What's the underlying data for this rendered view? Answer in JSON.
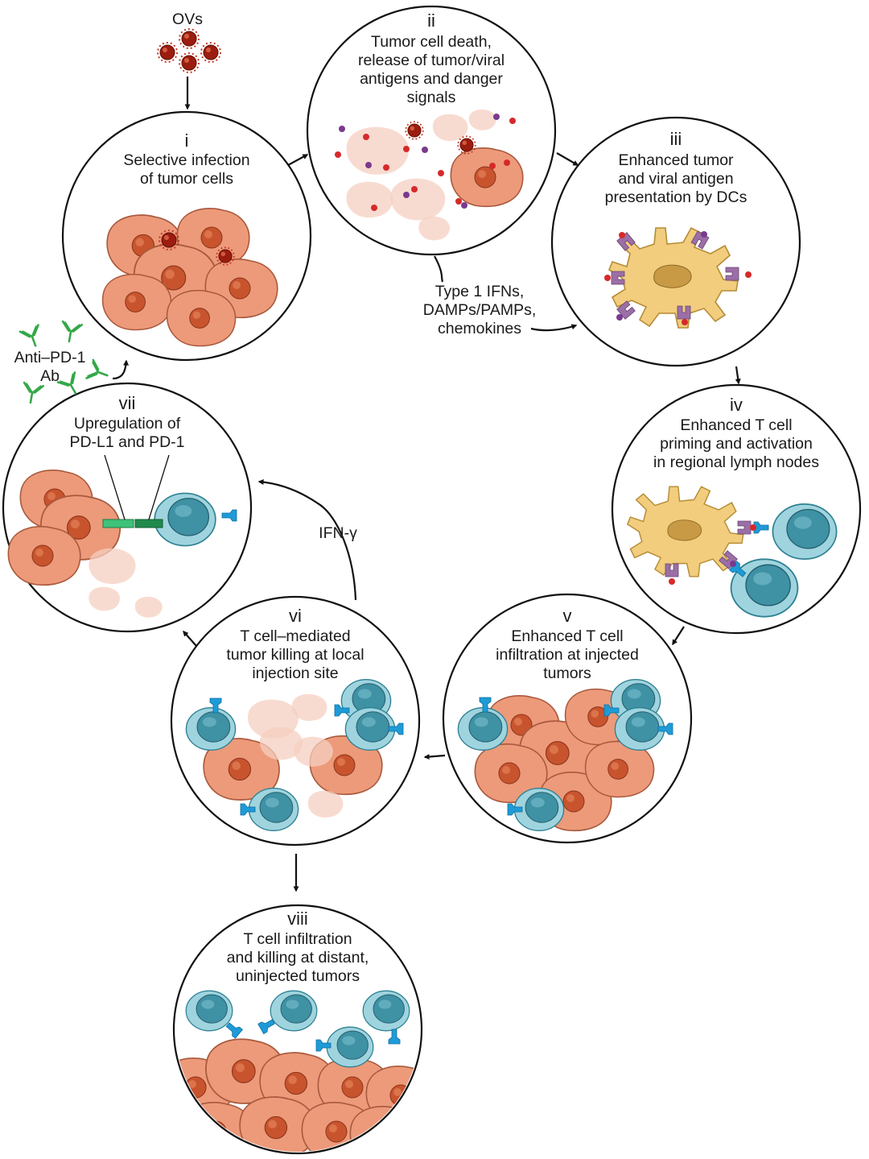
{
  "inputs": {
    "ovs_label": "OVs",
    "antibody_label": [
      "Anti–PD-1",
      "Ab"
    ]
  },
  "stages": {
    "i": {
      "numeral": "i",
      "caption": [
        "Selective infection",
        "of tumor cells"
      ]
    },
    "ii": {
      "numeral": "ii",
      "caption": [
        "Tumor cell death,",
        "release of tumor/viral",
        "antigens and danger",
        "signals"
      ]
    },
    "iii": {
      "numeral": "iii",
      "caption": [
        "Enhanced tumor",
        "and viral antigen",
        "presentation by DCs"
      ]
    },
    "iv": {
      "numeral": "iv",
      "caption": [
        "Enhanced T cell",
        "priming and activation",
        "in regional lymph nodes"
      ]
    },
    "v": {
      "numeral": "v",
      "caption": [
        "Enhanced T cell",
        "infiltration at injected",
        "tumors"
      ]
    },
    "vi": {
      "numeral": "vi",
      "caption": [
        "T cell–mediated",
        "tumor killing at local",
        "injection site"
      ]
    },
    "vii": {
      "numeral": "vii",
      "caption": [
        "Upregulation of",
        "PD-L1 and PD-1"
      ]
    },
    "viii": {
      "numeral": "viii",
      "caption": [
        "T cell infiltration",
        "and killing at distant,",
        "uninjected tumors"
      ]
    }
  },
  "signals": {
    "ii_to_iii": [
      "Type 1 IFNs,",
      "DAMPs/PAMPs,",
      "chemokines"
    ],
    "vi_to_vii": "IFN-γ"
  },
  "colors": {
    "tumor_cell": "#ec9a7a",
    "tumor_nucleus": "#c8542e",
    "virus": "#9b1d10",
    "t_cell": "#7cc1cf",
    "t_cell_nucleus": "#2f8193",
    "tcr": "#1e9bd7",
    "dendritic_cell": "#f1cd7d",
    "mhc": "#9b6fa6",
    "antibody": "#35a849",
    "pd1_pdl1": "#2ba05a"
  }
}
